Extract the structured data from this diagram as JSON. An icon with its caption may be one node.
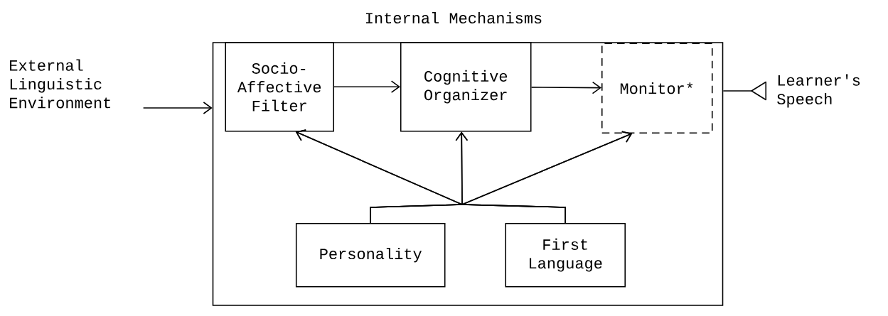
{
  "diagram": {
    "nodes": [
      {
        "text": [
          "Internal Mechanisms"
        ]
      },
      {
        "text": [
          "External Linguistic Environment"
        ]
      },
      {
        "text": [
          "Socio- Affective Filter"
        ],
        "in": 0
      },
      {
        "text": [
          "Cognitive Organizer"
        ],
        "in": 0
      },
      {
        "text": [
          "Monitor*"
        ],
        "in": 0
      },
      {
        "text": [
          "Personality"
        ],
        "in": 0
      },
      {
        "text": [
          "First Language"
        ],
        "in": 0
      },
      {
        "text": [
          "Learner's Speech"
        ]
      }
    ],
    "edges": [
      {
        "from": 1,
        "to": 0,
        "arrow": "to"
      },
      {
        "from": 2,
        "to": 3,
        "arrow": "to"
      },
      {
        "from": 3,
        "to": 4,
        "arrow": "to"
      },
      {
        "from": 0,
        "to": 7,
        "arrow": "other"
      },
      {
        "from": 5,
        "to": 2,
        "arrow": "to"
      },
      {
        "from": 5,
        "to": 3,
        "arrow": "to"
      },
      {
        "from": 5,
        "to": 4,
        "arrow": "to"
      },
      {
        "from": 6,
        "to": 2,
        "arrow": "to"
      },
      {
        "from": 6,
        "to": 3,
        "arrow": "to"
      },
      {
        "from": 6,
        "to": 4,
        "arrow": "to"
      }
    ]
  }
}
